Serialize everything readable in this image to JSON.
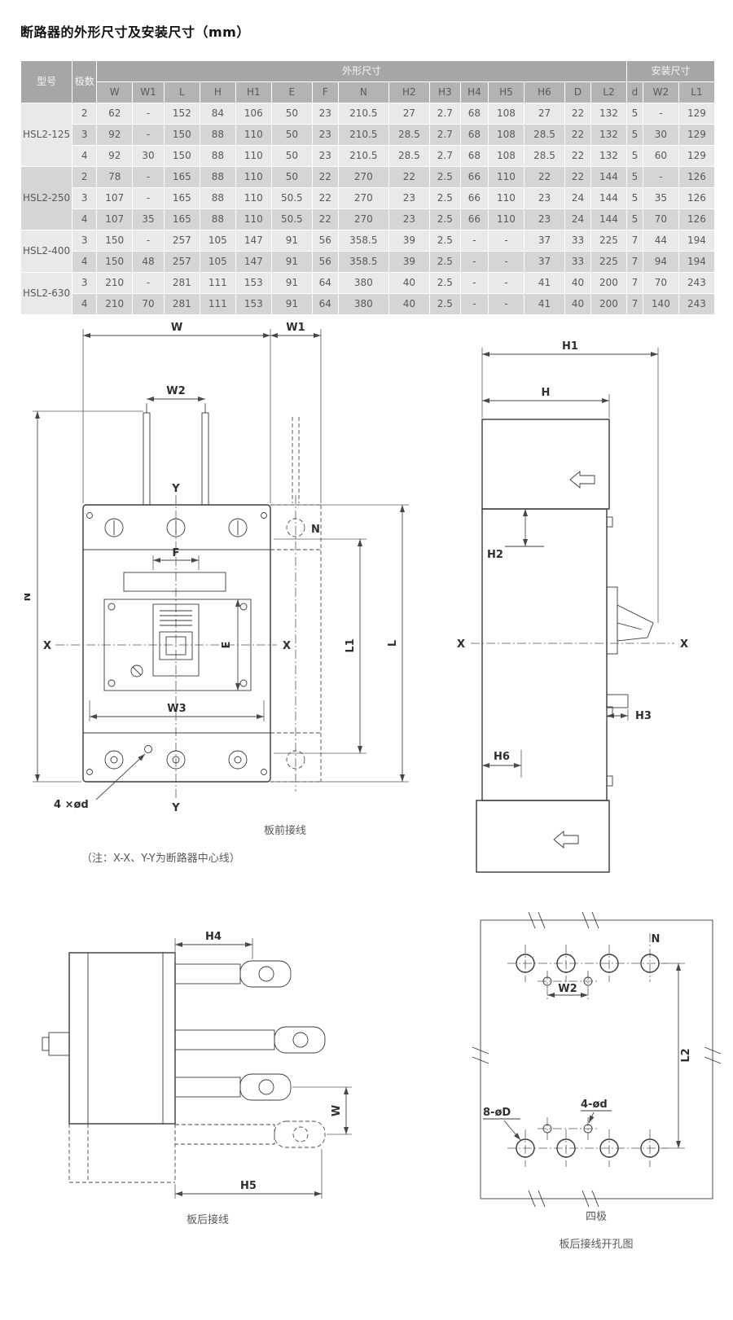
{
  "page": {
    "title": "断路器的外形尺寸及安装尺寸（mm）"
  },
  "table": {
    "header": {
      "model": "型号",
      "poles": "极数",
      "outline_group": "外形尺寸",
      "install_group": "安装尺寸",
      "outline_cols": [
        "W",
        "W1",
        "L",
        "H",
        "H1",
        "E",
        "F",
        "N",
        "H2",
        "H3",
        "H4",
        "H5",
        "H6",
        "D",
        "L2"
      ],
      "install_cols": [
        "d",
        "W2",
        "L1"
      ]
    },
    "groups": [
      {
        "model": "HSL2-125",
        "rows": [
          {
            "poles": "2",
            "values": [
              "62",
              "-",
              "152",
              "84",
              "106",
              "50",
              "23",
              "210.5",
              "27",
              "2.7",
              "68",
              "108",
              "27",
              "22",
              "132",
              "5",
              "-",
              "129"
            ]
          },
          {
            "poles": "3",
            "values": [
              "92",
              "-",
              "150",
              "88",
              "110",
              "50",
              "23",
              "210.5",
              "28.5",
              "2.7",
              "68",
              "108",
              "28.5",
              "22",
              "132",
              "5",
              "30",
              "129"
            ]
          },
          {
            "poles": "4",
            "values": [
              "92",
              "30",
              "150",
              "88",
              "110",
              "50",
              "23",
              "210.5",
              "28.5",
              "2.7",
              "68",
              "108",
              "28.5",
              "22",
              "132",
              "5",
              "60",
              "129"
            ]
          }
        ]
      },
      {
        "model": "HSL2-250",
        "rows": [
          {
            "poles": "2",
            "values": [
              "78",
              "-",
              "165",
              "88",
              "110",
              "50",
              "22",
              "270",
              "22",
              "2.5",
              "66",
              "110",
              "22",
              "22",
              "144",
              "5",
              "-",
              "126"
            ]
          },
          {
            "poles": "3",
            "values": [
              "107",
              "-",
              "165",
              "88",
              "110",
              "50.5",
              "22",
              "270",
              "23",
              "2.5",
              "66",
              "110",
              "23",
              "24",
              "144",
              "5",
              "35",
              "126"
            ]
          },
          {
            "poles": "4",
            "values": [
              "107",
              "35",
              "165",
              "88",
              "110",
              "50.5",
              "22",
              "270",
              "23",
              "2.5",
              "66",
              "110",
              "23",
              "24",
              "144",
              "5",
              "70",
              "126"
            ]
          }
        ]
      },
      {
        "model": "HSL2-400",
        "rows": [
          {
            "poles": "3",
            "values": [
              "150",
              "-",
              "257",
              "105",
              "147",
              "91",
              "56",
              "358.5",
              "39",
              "2.5",
              "-",
              "-",
              "37",
              "33",
              "225",
              "7",
              "44",
              "194"
            ]
          },
          {
            "poles": "4",
            "values": [
              "150",
              "48",
              "257",
              "105",
              "147",
              "91",
              "56",
              "358.5",
              "39",
              "2.5",
              "-",
              "-",
              "37",
              "33",
              "225",
              "7",
              "94",
              "194"
            ]
          }
        ]
      },
      {
        "model": "HSL2-630",
        "rows": [
          {
            "poles": "3",
            "values": [
              "210",
              "-",
              "281",
              "111",
              "153",
              "91",
              "64",
              "380",
              "40",
              "2.5",
              "-",
              "-",
              "41",
              "40",
              "200",
              "7",
              "70",
              "243"
            ]
          },
          {
            "poles": "4",
            "values": [
              "210",
              "70",
              "281",
              "111",
              "153",
              "91",
              "64",
              "380",
              "40",
              "2.5",
              "-",
              "-",
              "41",
              "40",
              "200",
              "7",
              "140",
              "243"
            ]
          }
        ]
      }
    ]
  },
  "figures": {
    "front": {
      "labels": {
        "w": "W",
        "w1": "W1",
        "w2": "W2",
        "y_top": "Y",
        "y_bottom": "Y",
        "n_dim": "N",
        "n_pole": "N",
        "f": "F",
        "e": "E",
        "x_left": "X",
        "x_right": "X",
        "w3": "W3",
        "l1": "L1",
        "l": "L",
        "holes": "4 ×ød"
      },
      "caption": "板前接线",
      "note": "（注：X-X、Y-Y为断路器中心线）"
    },
    "side": {
      "labels": {
        "h1": "H1",
        "h": "H",
        "h2": "H2",
        "x_left": "X",
        "x_right": "X",
        "h3": "H3",
        "h6": "H6"
      }
    },
    "rear": {
      "labels": {
        "h4": "H4",
        "w": "W",
        "h5": "H5"
      },
      "caption": "板后接线"
    },
    "drill": {
      "labels": {
        "n": "N",
        "w2": "W2",
        "l2": "L2",
        "holes_big": "8-øD",
        "holes_small": "4-ød"
      },
      "caption_poles": "四极",
      "caption": "板后接线开孔图"
    }
  }
}
